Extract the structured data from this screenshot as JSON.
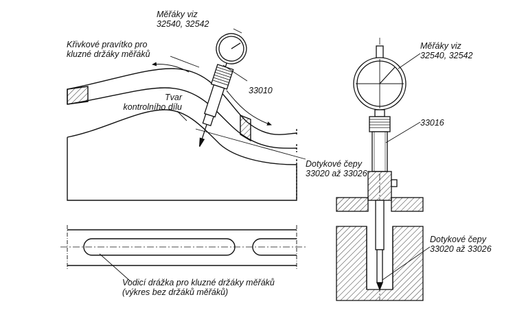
{
  "labels": {
    "gauges_ref_left": "Měřáky viz\n32540, 32542",
    "curve_ruler": "Křivkové pravítko pro\nkluzné držáky měřáků",
    "part_shape": "Tvar\nkontrolního dílu",
    "part_33010": "33010",
    "probes_left": "Dotykové čepy\n33020 až 33026",
    "guide_slot": "Vodicí drážka pro kluzné držáky měřáků\n(výkres bez držáků měřáků)",
    "gauges_ref_right": "Měřáky viz\n32540, 32542",
    "part_33016": "33016",
    "probes_right": "Dotykové čepy\n33020 až 33026"
  },
  "colors": {
    "line": "#111111",
    "background": "#ffffff"
  }
}
